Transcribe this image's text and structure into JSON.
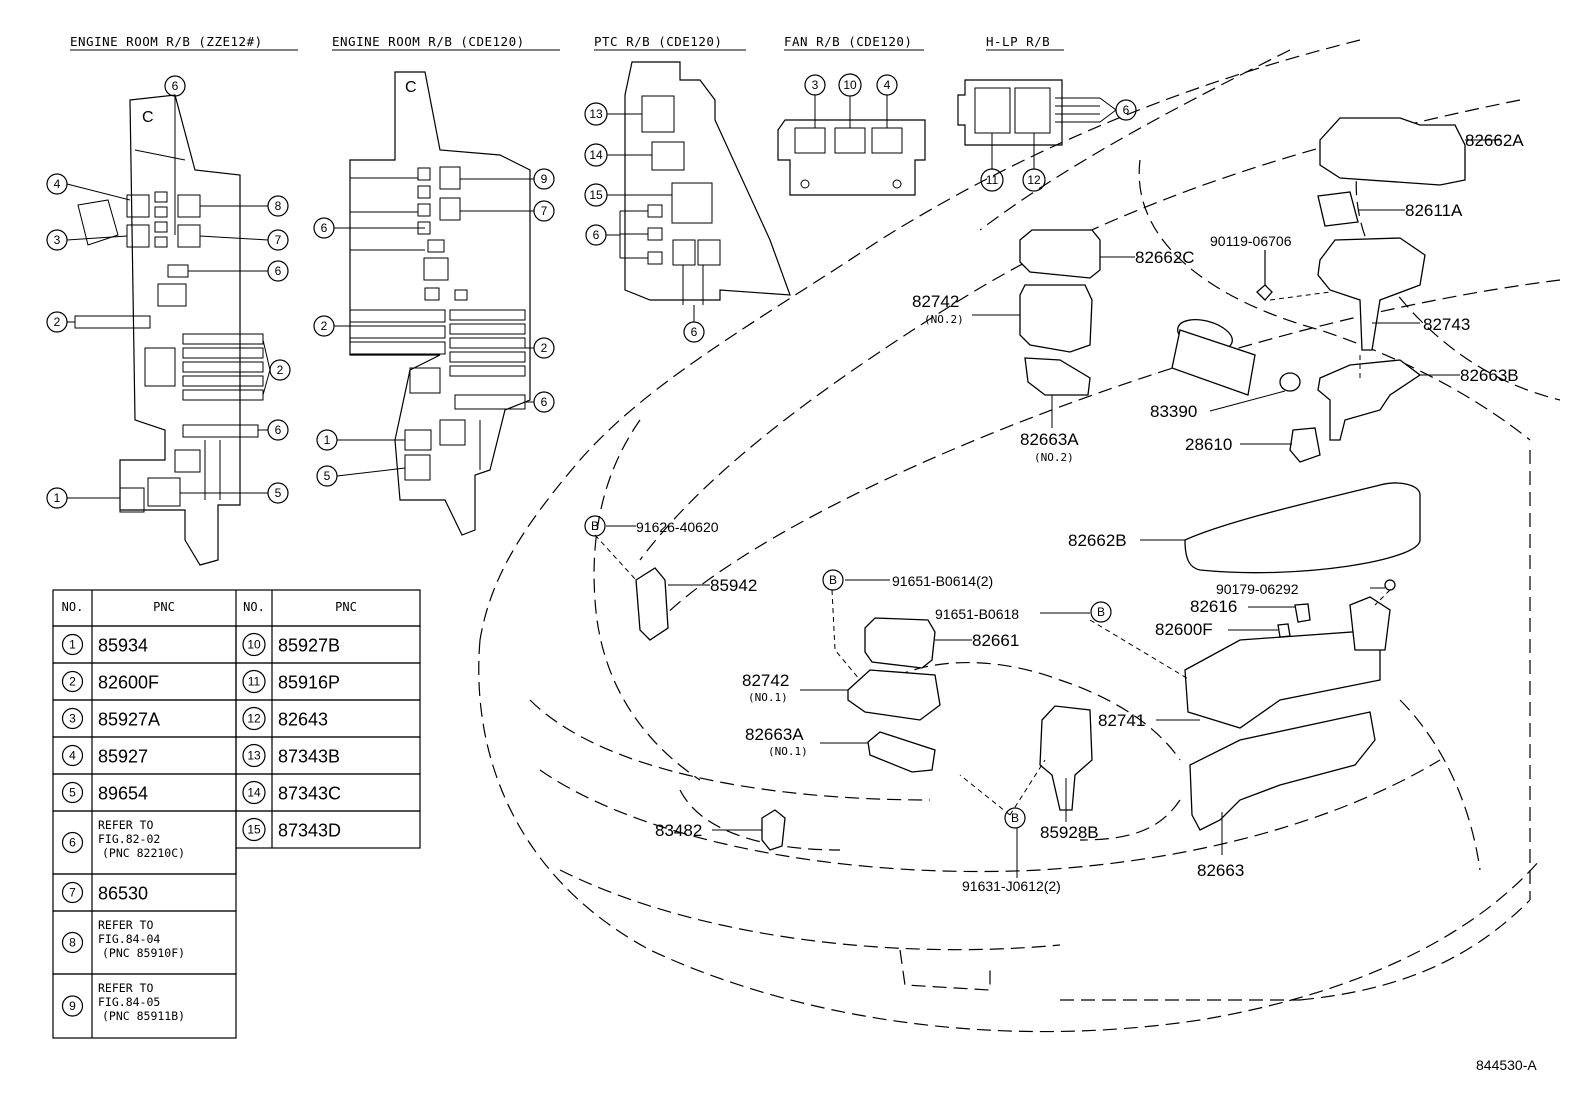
{
  "headers": {
    "zze": "ENGINE ROOM R/B (ZZE12#)",
    "cde": "ENGINE ROOM R/B (CDE120)",
    "ptc": "PTC R/B (CDE120)",
    "fan": "FAN R/B (CDE120)",
    "hlp": "H-LP R/B"
  },
  "table": {
    "col_no": "NO.",
    "col_pnc": "PNC",
    "left": [
      {
        "no": "1",
        "pnc": "85934"
      },
      {
        "no": "2",
        "pnc": "82600F"
      },
      {
        "no": "3",
        "pnc": "85927A"
      },
      {
        "no": "4",
        "pnc": "85927"
      },
      {
        "no": "5",
        "pnc": "89654"
      },
      {
        "no": "6",
        "l1": "REFER TO",
        "l2": "FIG.82-02",
        "l3": "(PNC 82210C)"
      },
      {
        "no": "7",
        "pnc": "86530"
      },
      {
        "no": "8",
        "l1": "REFER TO",
        "l2": "FIG.84-04",
        "l3": "(PNC 85910F)"
      },
      {
        "no": "9",
        "l1": "REFER TO",
        "l2": "FIG.84-05",
        "l3": "(PNC 85911B)"
      }
    ],
    "right": [
      {
        "no": "10",
        "pnc": "85927B"
      },
      {
        "no": "11",
        "pnc": "85916P"
      },
      {
        "no": "12",
        "pnc": "82643"
      },
      {
        "no": "13",
        "pnc": "87343B"
      },
      {
        "no": "14",
        "pnc": "87343C"
      },
      {
        "no": "15",
        "pnc": "87343D"
      }
    ]
  },
  "callouts": {
    "zze": [
      "6",
      "4",
      "8",
      "3",
      "7",
      "6",
      "2",
      "2",
      "6",
      "1",
      "5"
    ],
    "cde": [
      "9",
      "7",
      "6",
      "2",
      "2",
      "6",
      "1",
      "5"
    ],
    "ptc": [
      "13",
      "14",
      "15",
      "6",
      "6"
    ],
    "fan": [
      "3",
      "10",
      "4"
    ],
    "hlp": [
      "6",
      "11",
      "12"
    ]
  },
  "parts": {
    "p82662A": "82662A",
    "p82611A": "82611A",
    "p90119": "90119-06706",
    "p82743": "82743",
    "p82662C": "82662C",
    "p82742n2": "82742",
    "p82742n2s": "(NO.2)",
    "p83390": "83390",
    "p82663B": "82663B",
    "p82663An2": "82663A",
    "p82663An2s": "(NO.2)",
    "p28610": "28610",
    "p91626": "91626-40620",
    "p82662B": "82662B",
    "p85942": "85942",
    "p91651a": "91651-B0614(2)",
    "p90179": "90179-06292",
    "p91651b": "91651-B0618",
    "p82616": "82616",
    "p82661": "82661",
    "p82600F": "82600F",
    "p82742n1": "82742",
    "p82742n1s": "(NO.1)",
    "p82741": "82741",
    "p82663An1": "82663A",
    "p82663An1s": "(NO.1)",
    "p83482": "83482",
    "p85928B": "85928B",
    "p82663": "82663",
    "p91631": "91631-J0612(2)",
    "bolt": "B",
    "fig": "844530-A"
  }
}
